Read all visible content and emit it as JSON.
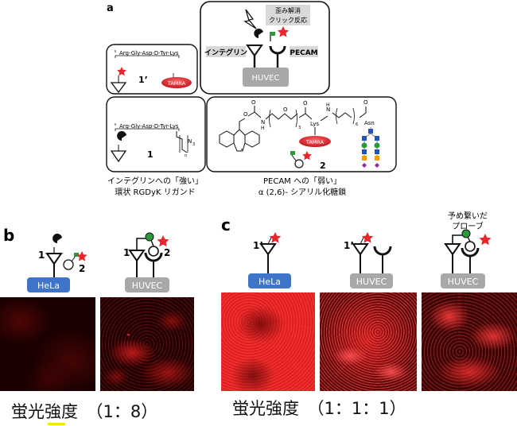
{
  "panel_labels": {
    "a": "a",
    "b": "b",
    "c": "c"
  },
  "panel_a": {
    "reaction_label": "歪み解消\nクリック反応",
    "integrin_label": "インテグリン",
    "pecam_label": "PECAM",
    "cell_label": "HUVEC",
    "peptide_sequence": "Arg-Gly-Asp-D-Tyr-Lys",
    "compound_1prime": "1’",
    "compound_1": "1",
    "compound_2": "2",
    "tamra": "TAMRA",
    "n3": "N",
    "n3_sub": "3",
    "sub_n": "n",
    "sub_3": "3",
    "sub_6": "6",
    "lys": "Lys",
    "asn": "Asn",
    "o": "O",
    "h": "H",
    "n": "N",
    "caption_left_1": "インテグリンへの「強い」",
    "caption_left_2": "環状 RGDyK リガンド",
    "caption_right_1": "PECAM への「弱い」",
    "caption_right_2": "α (2,6)- シアリル化糖鎖"
  },
  "panel_b": {
    "hela": "HeLa",
    "huvec": "HUVEC",
    "num1": "1",
    "num2": "2",
    "intensity": "蛍光強度　（1：8）"
  },
  "panel_c": {
    "hela": "HeLa",
    "huvec": "HUVEC",
    "num1p": "1’",
    "prelinked": "予め繋いだ\nプローブ",
    "intensity": "蛍光強度　（1：1：1）"
  },
  "colors": {
    "star": "#e8262b",
    "tamra": "#d81f26",
    "hela": "#3f75c9",
    "huvec": "#a8a8a8",
    "flag": "#2c9a3b"
  }
}
